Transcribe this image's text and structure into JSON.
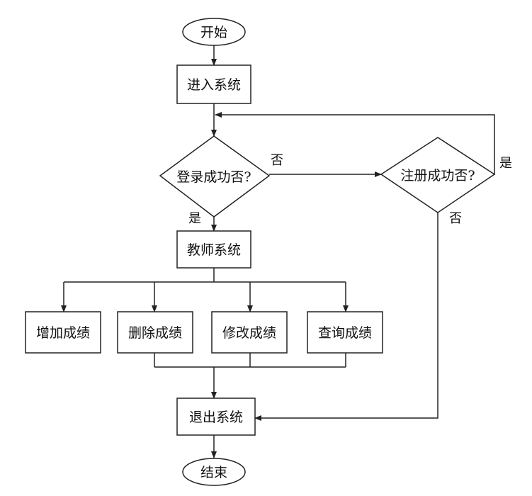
{
  "nodes": {
    "start": "开始",
    "enter_system": "进入系统",
    "login_decision": "登录成功否?",
    "register_decision": "注册成功否?",
    "teacher_system": "教师系统",
    "add_grade": "增加成绩",
    "delete_grade": "删除成绩",
    "modify_grade": "修改成绩",
    "query_grade": "查询成绩",
    "exit_system": "退出系统",
    "end": "结束"
  },
  "edges": {
    "login_no": "否",
    "login_yes": "是",
    "register_yes": "是",
    "register_no": "否"
  }
}
